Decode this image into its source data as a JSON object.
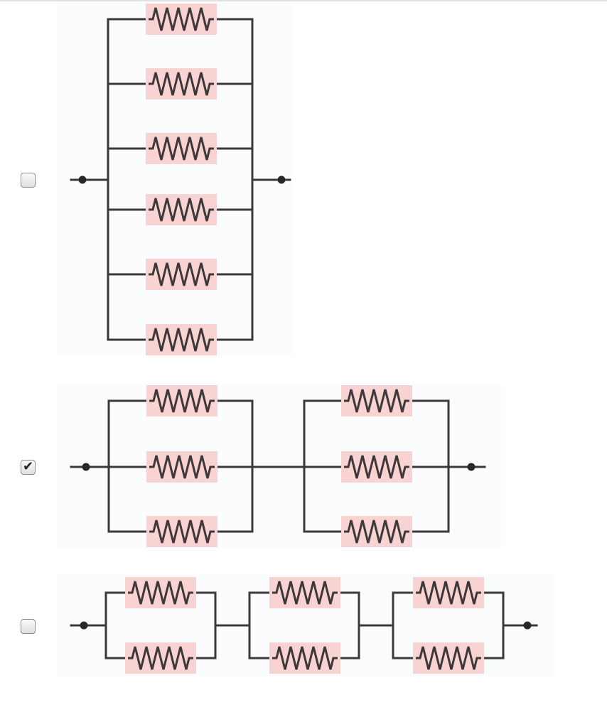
{
  "question": {
    "options": [
      {
        "id": "option-1",
        "checked": false,
        "layout": "6-parallel"
      },
      {
        "id": "option-2",
        "checked": true,
        "layout": "2x3-parallel-groups-in-series"
      },
      {
        "id": "option-3",
        "checked": false,
        "layout": "3x2-parallel-groups-in-series"
      }
    ]
  },
  "icons": {
    "check": "checkmark-icon",
    "resistor": "resistor-icon",
    "terminal": "terminal-node-icon"
  },
  "colors": {
    "wire": "#3d3839",
    "resistor_highlight": "#f9d3d1",
    "diagram_background": "#fbfcfe"
  },
  "symbols": {
    "check": "✔"
  }
}
